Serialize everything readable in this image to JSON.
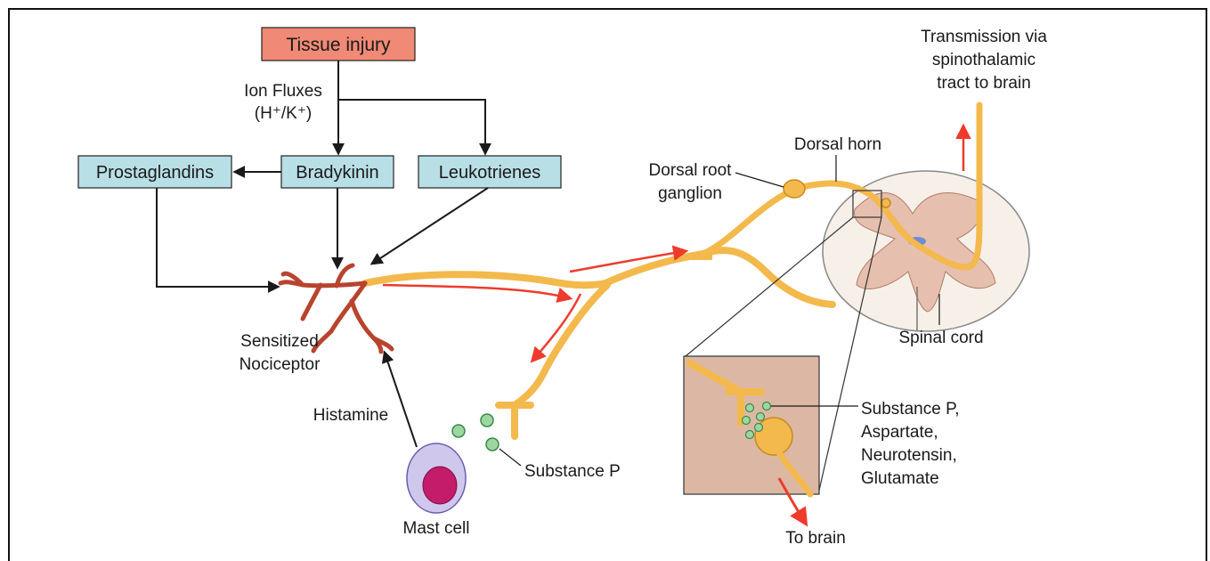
{
  "colors": {
    "red_box": "#f08a76",
    "blue_box": "#b9dfe6",
    "nerve": "#f3b94c",
    "nerve_dark": "#c98a1c",
    "nociceptor": "#b8442e",
    "red_arrow": "#ee3b2c",
    "cord_tissue": "#f7f0e8",
    "gray_matter": "#e6bfae",
    "inset_bg": "#dcb8a4",
    "vesicle": "#9ed6a2",
    "mast_outer": "#cfc8ec",
    "mast_nucleus": "#c51b6b",
    "canal": "#6b8ed6"
  },
  "boxes": {
    "tissue_injury": "Tissue injury",
    "bradykinin": "Bradykinin",
    "prostaglandins": "Prostaglandins",
    "leukotrienes": "Leukotrienes"
  },
  "labels": {
    "ion_fluxes_1": "Ion Fluxes",
    "ion_fluxes_2": "(H⁺/K⁺)",
    "sensitized": "Sensitized",
    "nociceptor": "Nociceptor",
    "histamine": "Histamine",
    "mast_cell": "Mast cell",
    "substance_p": "Substance P",
    "dorsal_root_1": "Dorsal root",
    "dorsal_root_2": "ganglion",
    "dorsal_horn": "Dorsal horn",
    "transmission_1": "Transmission via",
    "transmission_2": "spinothalamic",
    "transmission_3": "tract to brain",
    "spinal_cord": "Spinal cord",
    "neurotransmitters_1": "Substance P,",
    "neurotransmitters_2": "Aspartate,",
    "neurotransmitters_3": "Neurotensin,",
    "neurotransmitters_4": "Glutamate",
    "to_brain": "To brain"
  }
}
